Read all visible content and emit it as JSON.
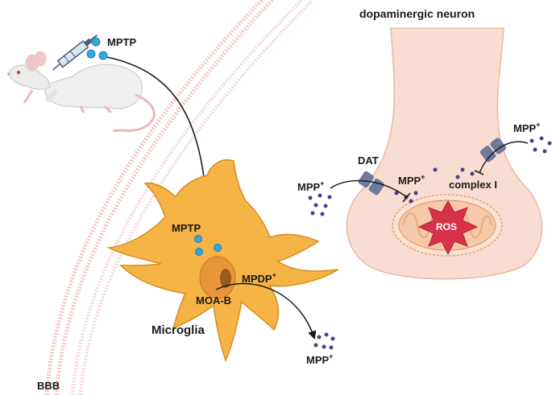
{
  "labels": {
    "mptp_top": "MPTP",
    "mptp_microglia": "MPTP",
    "dopaminergic_neuron": "dopaminergic neuron",
    "mpp_right": "MPP",
    "mpp_right_sup": "+",
    "dat": "DAT",
    "mpp_left": "MPP",
    "mpp_left_sup": "+",
    "mpp_inside": "MPP",
    "mpp_inside_sup": "+",
    "complex_i": "complex I",
    "ros": "ROS",
    "mpdp": "MPDP",
    "mpdp_sup": "+",
    "moa_b": "MOA-B",
    "microglia": "Microglia",
    "mpp_bottom": "MPP",
    "mpp_bottom_sup": "+",
    "bbb": "BBB"
  },
  "colors": {
    "bbb_membrane": "#f2c6c6",
    "microglia_fill": "#f6b446",
    "microglia_stroke": "#d98a1e",
    "neuron_fill": "#f9ddd2",
    "neuron_stroke": "#e8b8a6",
    "mito_fill": "#f7c9a8",
    "ros_fill": "#d8324a",
    "mptp_dot": "#35a7d8",
    "mpp_dot": "#4b3f92",
    "transporter": "#6e7a99"
  }
}
